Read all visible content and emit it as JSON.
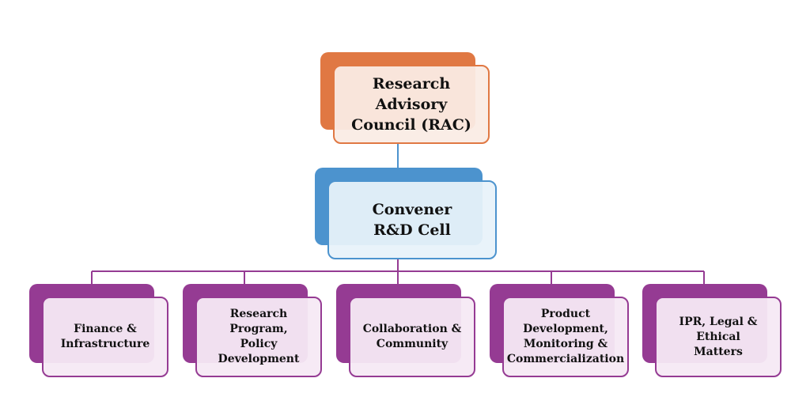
{
  "diagram": {
    "top": {
      "label": "Research Advisory\nCouncil (RAC)"
    },
    "middle": {
      "label": "Convener\nR&D Cell"
    },
    "departments": [
      {
        "label": "Finance &\nInfrastructure"
      },
      {
        "label": "Research Program,\nPolicy Development"
      },
      {
        "label": "Collaboration &\nCommunity"
      },
      {
        "label": "Product\nDevelopment,\nMonitoring &\nCommercialization"
      },
      {
        "label": "IPR, Legal & Ethical\nMatters"
      }
    ],
    "colors": {
      "top": "#e07843",
      "middle": "#4c93ce",
      "departments": "#953b93"
    }
  }
}
